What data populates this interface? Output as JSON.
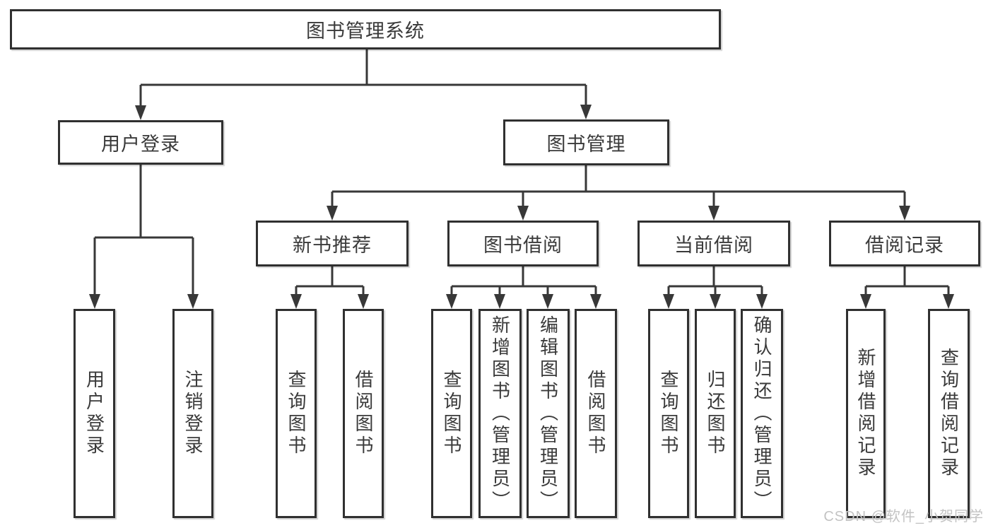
{
  "diagram": {
    "root": {
      "label": "图书管理系统"
    },
    "level2": [
      {
        "label": "用户登录"
      },
      {
        "label": "图书管理"
      }
    ],
    "level3": [
      {
        "label": "新书推荐"
      },
      {
        "label": "图书借阅"
      },
      {
        "label": "当前借阅"
      },
      {
        "label": "借阅记录"
      }
    ],
    "leaves": [
      {
        "label": "用户登录"
      },
      {
        "label": "注销登录"
      },
      {
        "label": "查询图书"
      },
      {
        "label": "借阅图书"
      },
      {
        "label": "查询图书"
      },
      {
        "label": "新增图书（管理员）"
      },
      {
        "label": "编辑图书（管理员）"
      },
      {
        "label": "借阅图书"
      },
      {
        "label": "查询图书"
      },
      {
        "label": "归还图书"
      },
      {
        "label": "确认归还（管理员）"
      },
      {
        "label": "新增借阅记录"
      },
      {
        "label": "查询借阅记录"
      }
    ]
  },
  "watermark": {
    "text": "CSDN @软件_小贺同学"
  },
  "colors": {
    "line": "#383838",
    "box_border": "#303030",
    "text": "#3a3a3a",
    "watermark": "#c3c3c3",
    "background": "#ffffff"
  }
}
